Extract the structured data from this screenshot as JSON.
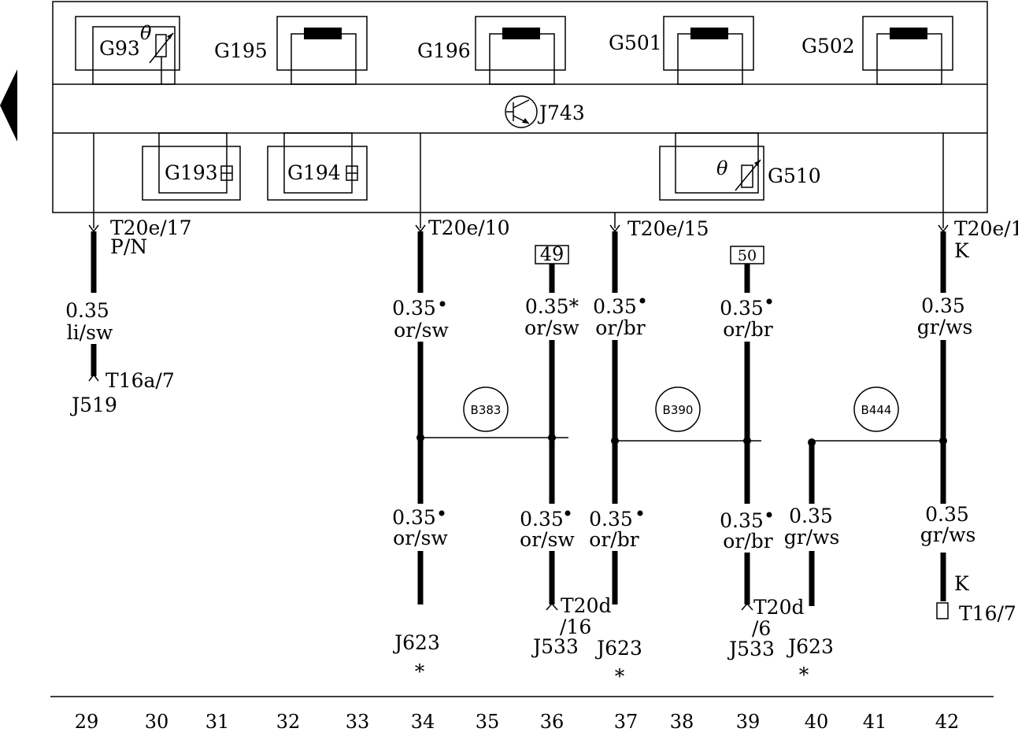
{
  "module": {
    "label": "J743"
  },
  "sensors": {
    "g93": "G93",
    "g195": "G195",
    "g196": "G196",
    "g501": "G501",
    "g502": "G502",
    "g193": "G193",
    "g194": "G194",
    "g510": "G510",
    "theta": "θ"
  },
  "connectors": {
    "t20e_17": "T20e/17",
    "t20e_10": "T20e/10",
    "t20e_15": "T20e/15",
    "t20e_1": "T20e/1",
    "t16a_7": "T16a/7",
    "t20d": "T20d",
    "t20d_16": "/16",
    "t20d_6": "/6",
    "t16_7": "T16/7"
  },
  "signals": {
    "pn": "P/N",
    "k": "K"
  },
  "terminal_boxes": {
    "b49": "49",
    "b50": "50"
  },
  "wires": {
    "w29": {
      "size": "0.35",
      "color": "li/sw"
    },
    "w34_top": {
      "size": "0.35",
      "color": "or/sw"
    },
    "w36_top": {
      "size": "0.35*",
      "color": "or/sw"
    },
    "w37_top": {
      "size": "0.35",
      "color": "or/br"
    },
    "w39_top": {
      "size": "0.35",
      "color": "or/br"
    },
    "w42_top": {
      "size": "0.35",
      "color": "gr/ws"
    },
    "w34_bot": {
      "size": "0.35",
      "color": "or/sw"
    },
    "w36_bot": {
      "size": "0.35",
      "color": "or/sw"
    },
    "w37_bot": {
      "size": "0.35",
      "color": "or/br"
    },
    "w39_bot": {
      "size": "0.35",
      "color": "or/br"
    },
    "w40_bot": {
      "size": "0.35",
      "color": "gr/ws"
    },
    "w42_bot": {
      "size": "0.35",
      "color": "gr/ws"
    }
  },
  "splices": {
    "b383": "B383",
    "b390": "B390",
    "b444": "B444"
  },
  "destinations": {
    "j519": "J519",
    "j623": "J623",
    "j533": "J533",
    "star": "*"
  },
  "columns": [
    "29",
    "30",
    "31",
    "32",
    "33",
    "34",
    "35",
    "36",
    "37",
    "38",
    "39",
    "40",
    "41",
    "42"
  ]
}
